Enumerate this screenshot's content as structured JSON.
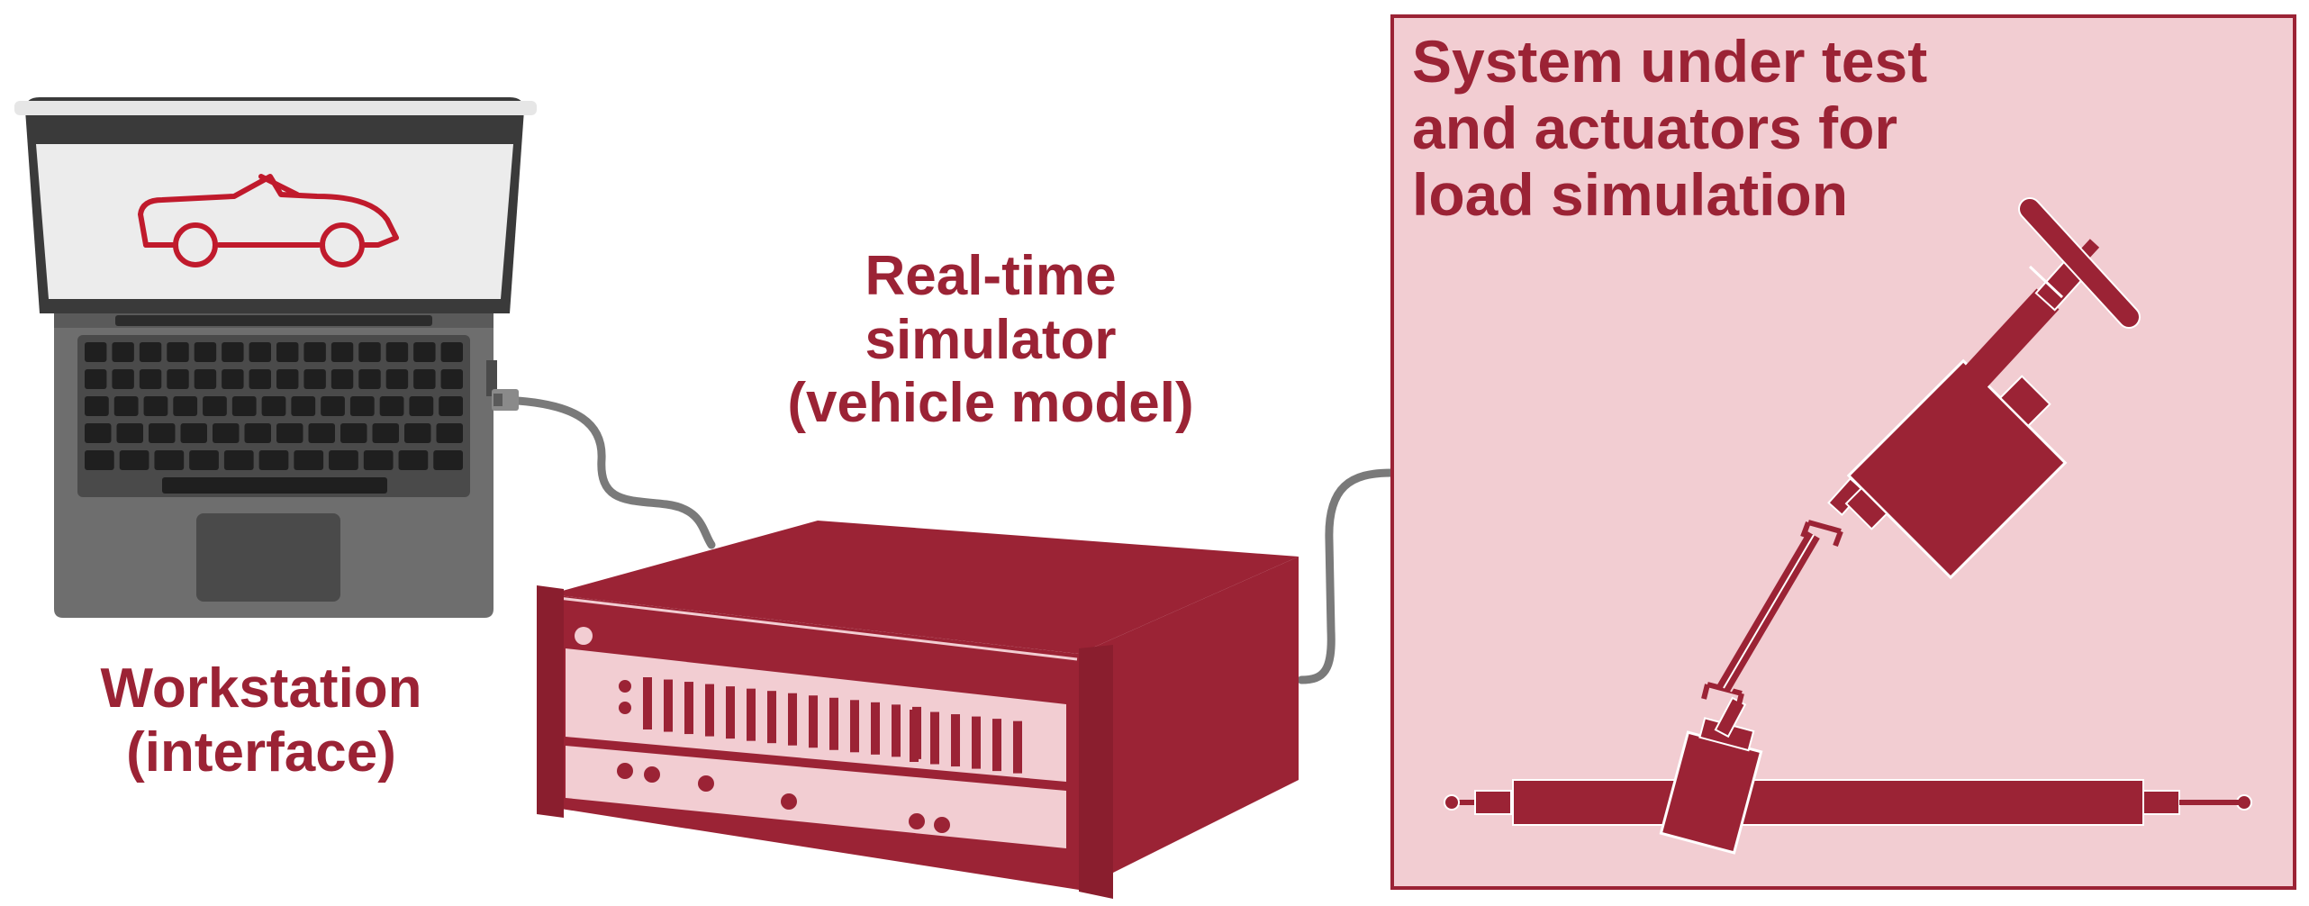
{
  "colors": {
    "accent": "#9b2335",
    "accent_dark": "#7d1a2a",
    "panel_fill": "#f2cdd2",
    "laptop_dark": "#3a3a3a",
    "laptop_body": "#6e6e6e",
    "screen": "#ececec",
    "cable": "#7a7a7a"
  },
  "labels": {
    "workstation": [
      "Workstation",
      "(interface)"
    ],
    "simulator": [
      "Real-time",
      "simulator",
      "(vehicle model)"
    ],
    "sut": [
      "System under test",
      "and actuators for",
      "load simulation"
    ]
  },
  "icons": {
    "workstation": "laptop-icon",
    "screen_graphic": "convertible-car-icon",
    "simulator": "rack-simulator-icon",
    "sut": "steering-system-icon"
  }
}
